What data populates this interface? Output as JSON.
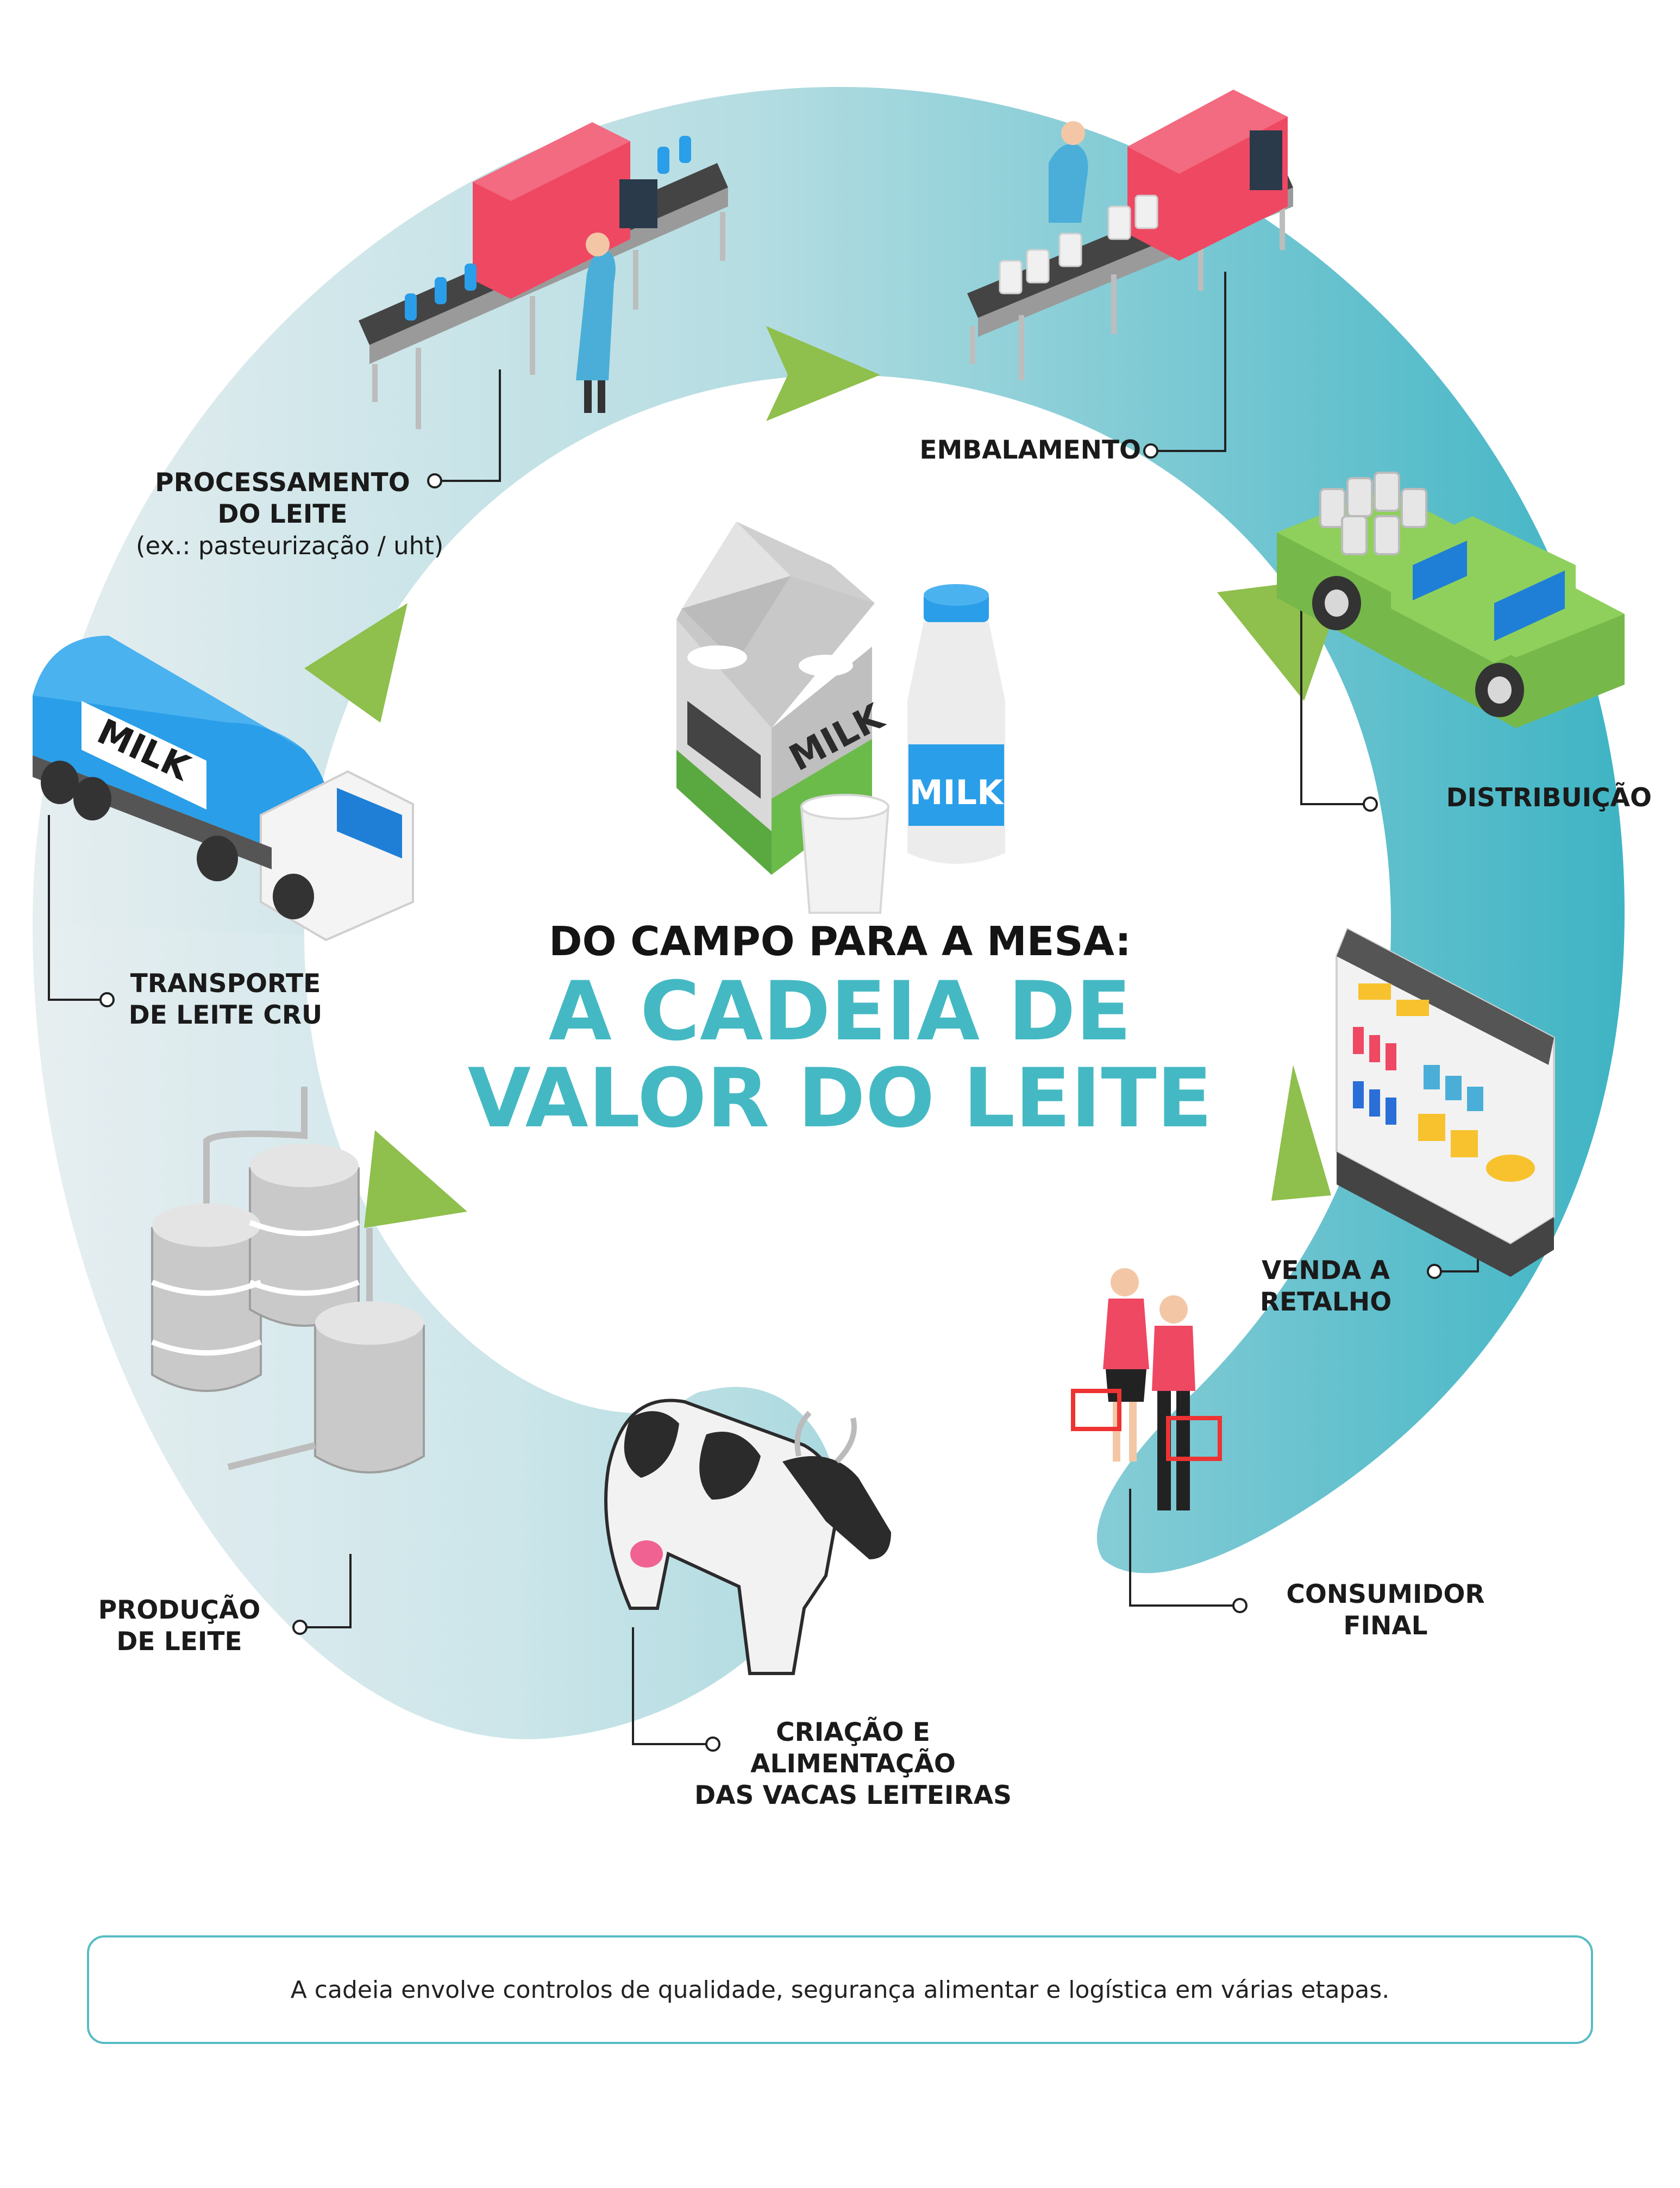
{
  "title": {
    "line1": "DO CAMPO PARA A MESA:",
    "line2a": "A CADEIA DE",
    "line2b": "VALOR DO LEITE"
  },
  "product_labels": {
    "carton": "MILK",
    "bottle": "MILK",
    "tanker": "MILK"
  },
  "stages": [
    {
      "id": "criacao",
      "lines": [
        "CRIAÇÃO E",
        "ALIMENTAÇÃO",
        "DAS VACAS LEITEIRAS"
      ],
      "icon": "cow-icon"
    },
    {
      "id": "producao",
      "lines": [
        "PRODUÇÃO",
        "DE LEITE"
      ],
      "icon": "milk-tanks-icon"
    },
    {
      "id": "transporte",
      "lines": [
        "TRANSPORTE",
        "DE LEITE CRU"
      ],
      "icon": "milk-tanker-truck-icon"
    },
    {
      "id": "processamento",
      "lines": [
        "PROCESSAMENTO",
        "DO LEITE"
      ],
      "sub": "(ex.: pasteurização / uht)",
      "icon": "processing-line-icon"
    },
    {
      "id": "embalamento",
      "lines": [
        "EMBALAMENTO"
      ],
      "icon": "packaging-line-icon"
    },
    {
      "id": "distribuicao",
      "lines": [
        "DISTRIBUIÇÃO"
      ],
      "icon": "delivery-truck-icon"
    },
    {
      "id": "venda",
      "lines": [
        "VENDA A",
        "RETALHO"
      ],
      "icon": "store-shelf-icon"
    },
    {
      "id": "consumidor",
      "lines": [
        "CONSUMIDOR",
        "FINAL"
      ],
      "icon": "shoppers-icon"
    }
  ],
  "footer_note": "A cadeia envolve controlos de qualidade, segurança alimentar e logística em várias etapas.",
  "colors": {
    "ring_light": "#e1ebee",
    "ring_teal": "#45b9c7",
    "arrow_green": "#8fbf4c",
    "accent_teal": "#45b9c3",
    "truck_blue": "#2a9ee8",
    "machine_red": "#ee4863"
  }
}
